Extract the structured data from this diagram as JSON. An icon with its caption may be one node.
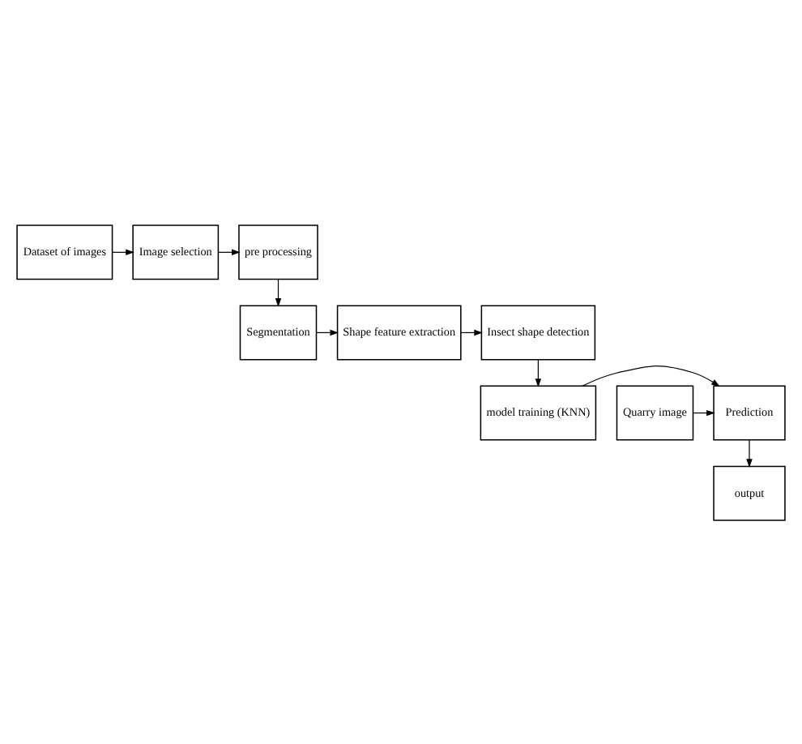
{
  "diagram": {
    "nodes": [
      {
        "text": [
          "Dataset of images"
        ]
      },
      {
        "text": [
          "Image selection"
        ]
      },
      {
        "text": [
          "pre processing"
        ]
      },
      {
        "text": [
          "Segmentation"
        ]
      },
      {
        "text": [
          "Shape feature extraction"
        ]
      },
      {
        "text": [
          "Insect shape detection"
        ]
      },
      {
        "text": [
          "model training (KNN)"
        ]
      },
      {
        "text": [
          "Prediction"
        ]
      },
      {
        "text": [
          "Quarry image"
        ]
      },
      {
        "text": [
          "output"
        ]
      }
    ],
    "edges": [
      {
        "from": 0,
        "to": 1,
        "arrow": "to"
      },
      {
        "from": 1,
        "to": 2,
        "arrow": "to"
      },
      {
        "from": 2,
        "to": 3,
        "arrow": "to"
      },
      {
        "from": 3,
        "to": 4,
        "arrow": "to"
      },
      {
        "from": 4,
        "to": 5,
        "arrow": "to"
      },
      {
        "from": 5,
        "to": 6,
        "arrow": "to"
      },
      {
        "from": 6,
        "to": 7,
        "arrow": "to"
      },
      {
        "from": 8,
        "to": 7,
        "arrow": "to"
      },
      {
        "from": 7,
        "to": 9,
        "arrow": "to"
      }
    ]
  }
}
